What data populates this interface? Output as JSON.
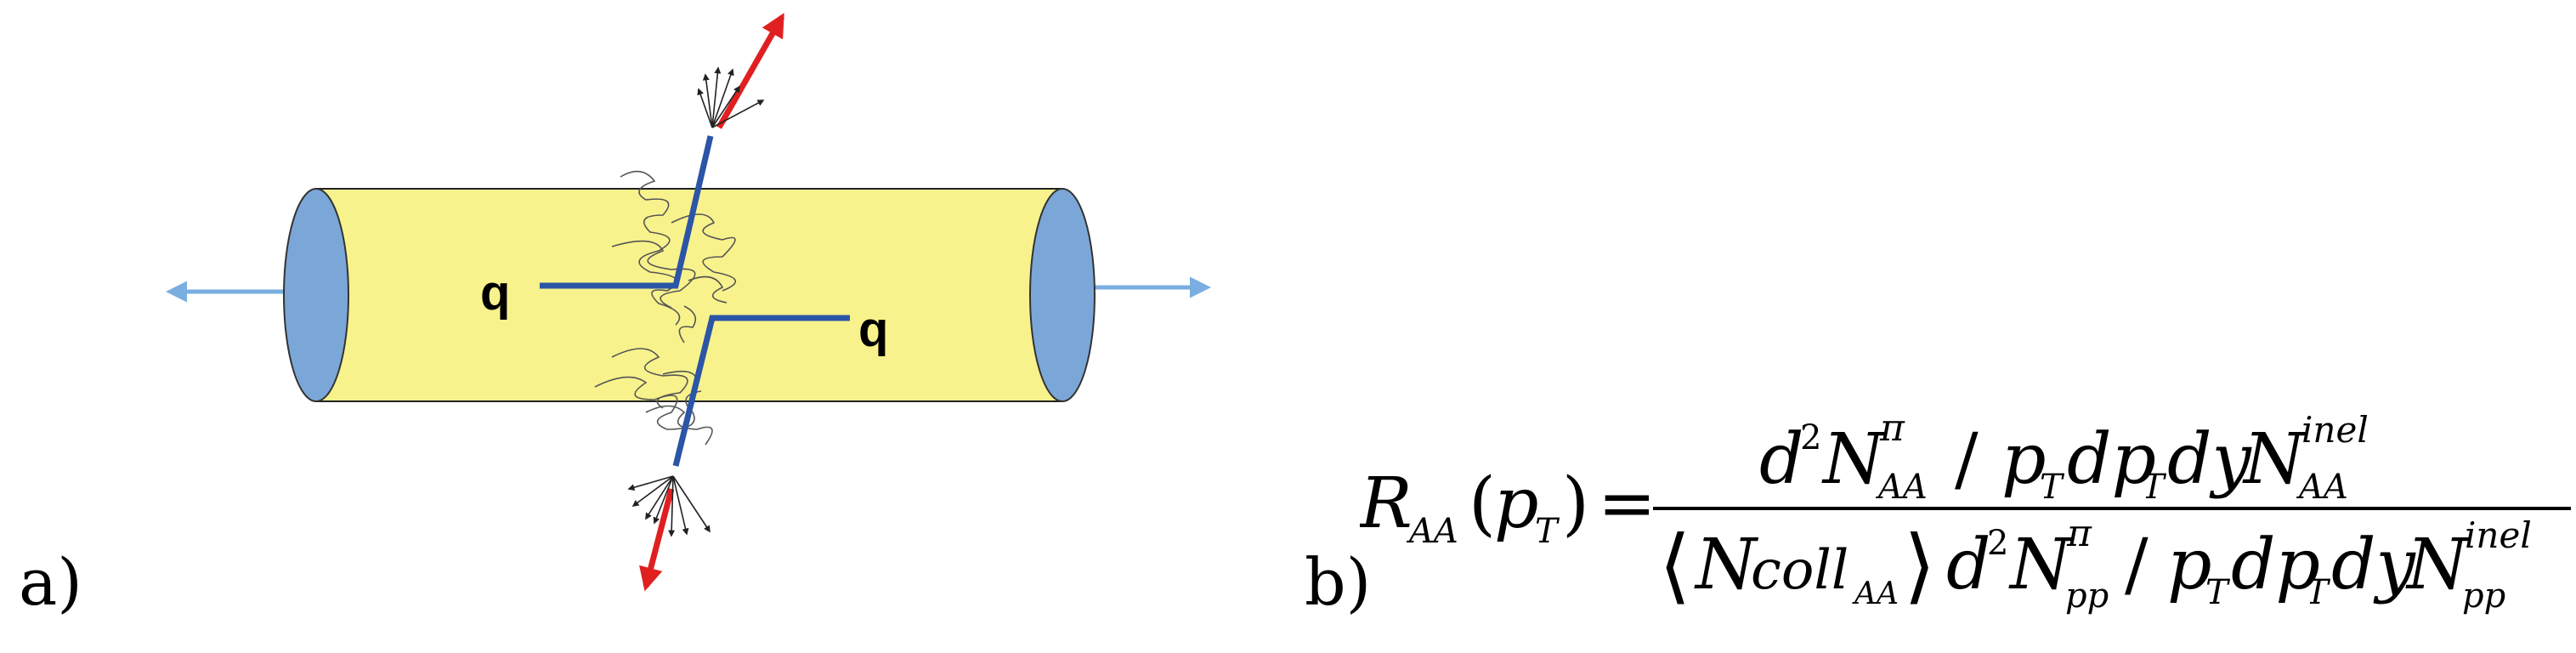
{
  "panel_a": {
    "label": "a)",
    "quark_left": "q",
    "quark_right": "q"
  },
  "panel_b": {
    "label": "b)",
    "formula": {
      "lhs_R": "R",
      "lhs_sub": "AA",
      "lhs_paren_open": "(",
      "lhs_p": "p",
      "lhs_p_sub": "T",
      "lhs_paren_close": ")",
      "equals": "=",
      "num_d": "d",
      "num_d_sup": "2",
      "num_N": "N",
      "num_N_sup": "π",
      "num_N_sub": "AA",
      "num_slash": "/",
      "num_p1": "p",
      "num_p1_sub": "T",
      "num_dp": "dp",
      "num_dp_sub": "T",
      "num_dy": "dy",
      "num_N2": "N",
      "num_N2_sup": "inel",
      "num_N2_sub": "AA",
      "den_langle": "⟨",
      "den_Ncoll": "N",
      "den_coll": "coll",
      "den_coll_sub": "AA",
      "den_rangle": "⟩",
      "den_d": "d",
      "den_d_sup": "2",
      "den_N": "N",
      "den_N_sup": "π",
      "den_N_sub": "pp",
      "den_slash": "/",
      "den_p1": "p",
      "den_p1_sub": "T",
      "den_dp": "dp",
      "den_dp_sub": "T",
      "den_dy": "dy",
      "den_N2": "N",
      "den_N2_sup": "inel",
      "den_N2_sub": "pp"
    }
  },
  "colors": {
    "medium_fill": "#f8f28c",
    "end_caps": "#7ba7d8",
    "beam_arrows": "#7aaee0",
    "parton_path": "#2b55a6",
    "leading_particle": "#e02020",
    "radiation": "#555555"
  }
}
